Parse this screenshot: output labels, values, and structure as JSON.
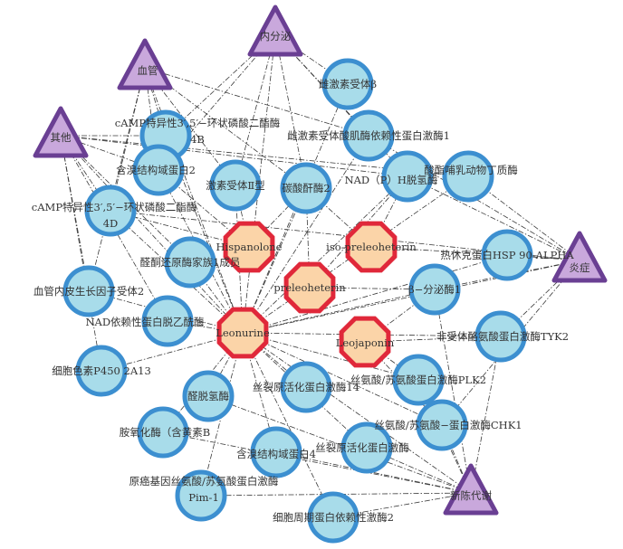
{
  "colors": {
    "target_fill": "#a8dcea",
    "target_stroke": "#3c8fd0",
    "compound_fill": "#fbd4a8",
    "compound_stroke": "#e0283a",
    "category_fill": "#c9a8dc",
    "category_stroke": "#6a3f93",
    "edge": "#3a3a3a"
  },
  "categories": [
    {
      "id": "c_endo",
      "label": "内分泌"
    },
    {
      "id": "c_vessel",
      "label": "血管"
    },
    {
      "id": "c_other",
      "label": "其他"
    },
    {
      "id": "c_inflam",
      "label": "炎症"
    },
    {
      "id": "c_metab",
      "label": "新陈代谢"
    }
  ],
  "compounds": [
    {
      "id": "leonurine",
      "label": "Leonurine"
    },
    {
      "id": "hispanolone",
      "label": "Hispanolone"
    },
    {
      "id": "isopre",
      "label": "iso-preleoheterin"
    },
    {
      "id": "preleo",
      "label": "preleoheterin"
    },
    {
      "id": "leojap",
      "label": "Leojaponin"
    }
  ],
  "targets": [
    {
      "id": "t_er_b",
      "label": "雌激素受体β"
    },
    {
      "id": "t_pde4b",
      "label": "cAMP特异性3′,5′−环状磷酸二酯酶4B"
    },
    {
      "id": "t_erra",
      "label": "雌激素受体酸肌酶依赖性蛋白激酶1"
    },
    {
      "id": "t_brd2",
      "label": "含溴结构域蛋白2"
    },
    {
      "id": "t_er2",
      "label": "激素受体Ⅱ型"
    },
    {
      "id": "t_ca2",
      "label": "碳酸酐酶2"
    },
    {
      "id": "t_nad_ph",
      "label": "NAD（P）H脱氢酶"
    },
    {
      "id": "t_ache",
      "label": "酸酯哺乳动物丁质酶"
    },
    {
      "id": "t_pde4d",
      "label": "cAMP特异性3′,5′−环状磷酸二酯酶4D"
    },
    {
      "id": "t_akr",
      "label": "醛酮还原酶家族1成员"
    },
    {
      "id": "t_hsp90",
      "label": "热休克蛋白HSP 90-ALPHA"
    },
    {
      "id": "t_vegfr2",
      "label": "血管内皮生长因子受体2"
    },
    {
      "id": "t_b2ar",
      "label": "β−分泌酶1"
    },
    {
      "id": "t_sirt",
      "label": "NAD依赖性蛋白脱乙酰酶"
    },
    {
      "id": "t_tyk2",
      "label": "非受体酪氨酸蛋白激酶TYK2"
    },
    {
      "id": "t_cyp1a2",
      "label": "细胞色素P450 2A13"
    },
    {
      "id": "t_plk2",
      "label": "丝氨酸/苏氨酸蛋白激酶PLK2"
    },
    {
      "id": "t_mapk",
      "label": "丝裂原活化蛋白激酶14"
    },
    {
      "id": "t_ldh",
      "label": "醛脱氢酶"
    },
    {
      "id": "t_chk1",
      "label": "丝氨酸/苏氨酸−蛋白激酶CHK1"
    },
    {
      "id": "t_mao",
      "label": "胺氧化酶（含黄素B"
    },
    {
      "id": "t_brd4",
      "label": "含溴结构域蛋白4"
    },
    {
      "id": "t_mapk2",
      "label": "丝裂原活化蛋白激酶"
    },
    {
      "id": "t_pim1",
      "label": "原癌基因丝氨酸/苏氨酸蛋白激酶Pim-1"
    },
    {
      "id": "t_cdk2",
      "label": "细胞周期蛋白依赖性激酶2"
    }
  ],
  "edges": [
    [
      "c_endo",
      "t_er_b"
    ],
    [
      "c_endo",
      "t_erra"
    ],
    [
      "c_endo",
      "t_ca2"
    ],
    [
      "c_endo",
      "t_er2"
    ],
    [
      "c_endo",
      "t_pde4b"
    ],
    [
      "c_endo",
      "t_nad_ph"
    ],
    [
      "c_endo",
      "leonurine"
    ],
    [
      "c_endo",
      "t_brd2"
    ],
    [
      "c_vessel",
      "t_pde4b"
    ],
    [
      "c_vessel",
      "t_brd2"
    ],
    [
      "c_vessel",
      "t_er2"
    ],
    [
      "c_vessel",
      "t_pde4d"
    ],
    [
      "c_vessel",
      "t_vegfr2"
    ],
    [
      "c_vessel",
      "leonurine"
    ],
    [
      "c_vessel",
      "t_erra"
    ],
    [
      "c_vessel",
      "t_ca2"
    ],
    [
      "c_other",
      "t_pde4b"
    ],
    [
      "c_other",
      "t_brd2"
    ],
    [
      "c_other",
      "t_pde4d"
    ],
    [
      "c_other",
      "t_vegfr2"
    ],
    [
      "c_other",
      "t_sirt"
    ],
    [
      "c_other",
      "t_cyp1a2"
    ],
    [
      "c_other",
      "t_nad_ph"
    ],
    [
      "c_other",
      "t_ache"
    ],
    [
      "c_other",
      "leonurine"
    ],
    [
      "c_other",
      "t_akr"
    ],
    [
      "c_inflam",
      "t_hsp90"
    ],
    [
      "c_inflam",
      "t_ache"
    ],
    [
      "c_inflam",
      "t_b2ar"
    ],
    [
      "c_inflam",
      "t_tyk2"
    ],
    [
      "c_inflam",
      "t_nad_ph"
    ],
    [
      "c_inflam",
      "t_erra"
    ],
    [
      "c_inflam",
      "t_pde4d"
    ],
    [
      "c_inflam",
      "leonurine"
    ],
    [
      "c_inflam",
      "t_chk1"
    ],
    [
      "c_metab",
      "t_chk1"
    ],
    [
      "c_metab",
      "t_plk2"
    ],
    [
      "c_metab",
      "t_mapk2"
    ],
    [
      "c_metab",
      "t_cdk2"
    ],
    [
      "c_metab",
      "t_pim1"
    ],
    [
      "c_metab",
      "t_brd4"
    ],
    [
      "c_metab",
      "t_b2ar"
    ],
    [
      "c_metab",
      "t_tyk2"
    ],
    [
      "c_metab",
      "t_mao"
    ],
    [
      "c_metab",
      "t_ldh"
    ],
    [
      "c_metab",
      "leonurine"
    ],
    [
      "leonurine",
      "t_er_b"
    ],
    [
      "leonurine",
      "t_pde4b"
    ],
    [
      "leonurine",
      "t_erra"
    ],
    [
      "leonurine",
      "t_brd2"
    ],
    [
      "leonurine",
      "t_er2"
    ],
    [
      "leonurine",
      "t_ca2"
    ],
    [
      "leonurine",
      "t_nad_ph"
    ],
    [
      "leonurine",
      "t_ache"
    ],
    [
      "leonurine",
      "t_pde4d"
    ],
    [
      "leonurine",
      "t_akr"
    ],
    [
      "leonurine",
      "t_hsp90"
    ],
    [
      "leonurine",
      "t_vegfr2"
    ],
    [
      "leonurine",
      "t_b2ar"
    ],
    [
      "leonurine",
      "t_sirt"
    ],
    [
      "leonurine",
      "t_tyk2"
    ],
    [
      "leonurine",
      "t_cyp1a2"
    ],
    [
      "leonurine",
      "t_plk2"
    ],
    [
      "leonurine",
      "t_mapk"
    ],
    [
      "leonurine",
      "t_ldh"
    ],
    [
      "leonurine",
      "t_chk1"
    ],
    [
      "leonurine",
      "t_mao"
    ],
    [
      "leonurine",
      "t_brd4"
    ],
    [
      "leonurine",
      "t_mapk2"
    ],
    [
      "leonurine",
      "t_pim1"
    ],
    [
      "leonurine",
      "t_cdk2"
    ],
    [
      "hispanolone",
      "t_er2"
    ],
    [
      "hispanolone",
      "t_ca2"
    ],
    [
      "hispanolone",
      "t_pde4d"
    ],
    [
      "hispanolone",
      "t_brd2"
    ],
    [
      "isopre",
      "t_nad_ph"
    ],
    [
      "isopre",
      "t_hsp90"
    ],
    [
      "isopre",
      "t_ca2"
    ],
    [
      "preleo",
      "t_b2ar"
    ],
    [
      "preleo",
      "t_ca2"
    ],
    [
      "preleo",
      "t_nad_ph"
    ],
    [
      "leojap",
      "t_tyk2"
    ],
    [
      "leojap",
      "t_plk2"
    ],
    [
      "leojap",
      "t_b2ar"
    ],
    [
      "leojap",
      "t_chk1"
    ]
  ]
}
